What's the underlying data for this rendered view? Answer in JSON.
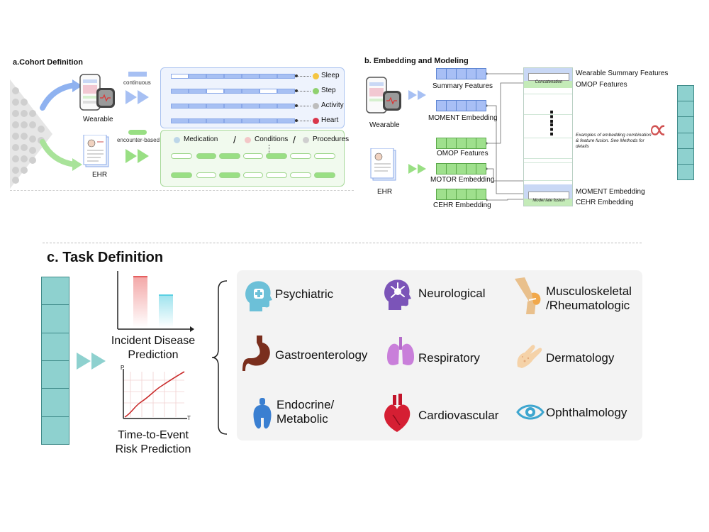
{
  "section_a": {
    "title": "a.Cohort Definition",
    "wearable_label": "Wearable",
    "ehr_label": "EHR",
    "continuous_label": "continuous",
    "encounter_label": "encounter-based",
    "signals": [
      "Sleep",
      "Step",
      "Activity",
      "Heart"
    ],
    "ehr_types": [
      "Medication",
      "Conditions",
      "Procedures"
    ],
    "separator": "/"
  },
  "section_b": {
    "title": "b. Embedding and Modeling",
    "wearable_label": "Wearable",
    "ehr_label": "EHR",
    "inputs": [
      "Summary Features",
      "MOMENT Embedding",
      "OMOP Features",
      "MOTOR Embedding",
      "CEHR Embedding"
    ],
    "concat_label": "Concatenation",
    "late_fusion_label": "Model late fusion",
    "concat_outputs": [
      "Wearable Summary Features",
      "OMOP Features"
    ],
    "fusion_outputs": [
      "MOMENT Embedding",
      "CEHR Embedding"
    ],
    "ellipsis": "⋮",
    "note": "Examples of embedding combination & feature fusion. See Methods for details",
    "proportional_symbol": "∝"
  },
  "section_c": {
    "title": "c. Task Definition",
    "tasks": [
      {
        "line1": "Incident Disease",
        "line2": "Prediction"
      },
      {
        "line1": "Time-to-Event",
        "line2": "Risk Prediction"
      }
    ],
    "axis_p": "P",
    "axis_t": "T",
    "categories": [
      {
        "name": "Psychiatric",
        "icon": "head-plus-icon"
      },
      {
        "name": "Neurological",
        "icon": "brain-neuron-icon"
      },
      {
        "name": "Musculoskeletal",
        "name2": "/Rheumatologic",
        "icon": "knee-joint-icon"
      },
      {
        "name": "Gastroenterology",
        "icon": "stomach-icon"
      },
      {
        "name": "Respiratory",
        "icon": "lungs-icon"
      },
      {
        "name": "Dermatology",
        "icon": "skin-hand-icon"
      },
      {
        "name": "Endocrine/",
        "name2": "Metabolic",
        "icon": "thyroid-icon"
      },
      {
        "name": "Cardiovascular",
        "icon": "heart-icon"
      },
      {
        "name": "Ophthalmology",
        "icon": "eye-icon"
      }
    ]
  },
  "colors": {
    "wearable_blue": "#a7c0f3",
    "ehr_green": "#99df84",
    "teal": "#8ed1cf",
    "alpha_red": "#d05050"
  }
}
